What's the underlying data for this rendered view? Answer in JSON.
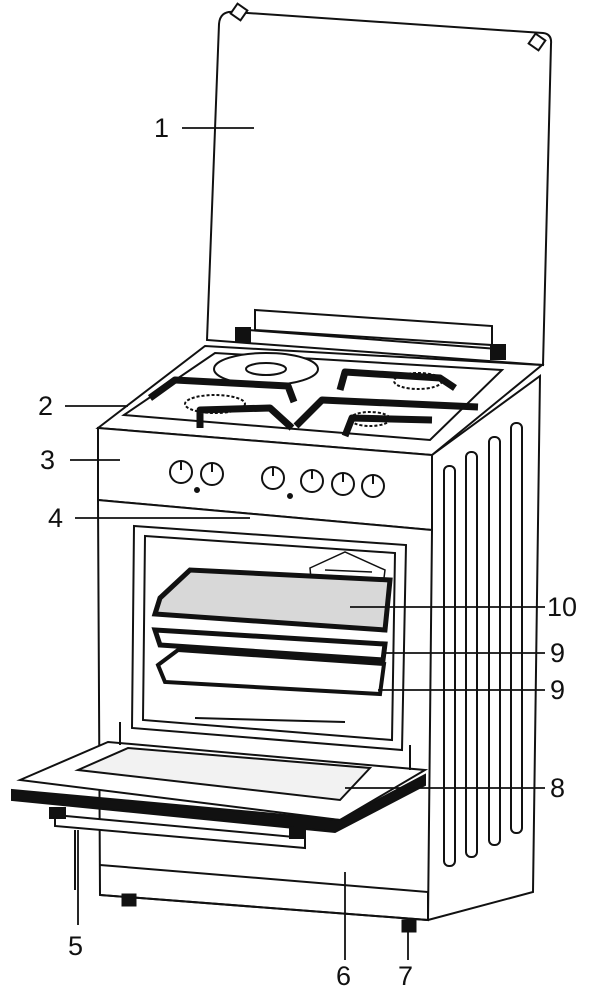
{
  "diagram": {
    "subject": "cooker with gas hob, electric oven and glass lid",
    "labels": [
      {
        "id": "1",
        "text": "1"
      },
      {
        "id": "2",
        "text": "2"
      },
      {
        "id": "3",
        "text": "3"
      },
      {
        "id": "4",
        "text": "4"
      },
      {
        "id": "5",
        "text": "5"
      },
      {
        "id": "6",
        "text": "6"
      },
      {
        "id": "7",
        "text": "7"
      },
      {
        "id": "8",
        "text": "8"
      },
      {
        "id": "9a",
        "text": "9"
      },
      {
        "id": "9b",
        "text": "9"
      },
      {
        "id": "10",
        "text": "10"
      }
    ]
  },
  "colors": {
    "line": "#111111",
    "background": "#ffffff",
    "glass": "#f2f2f2",
    "rack": "#d8d8d8"
  }
}
